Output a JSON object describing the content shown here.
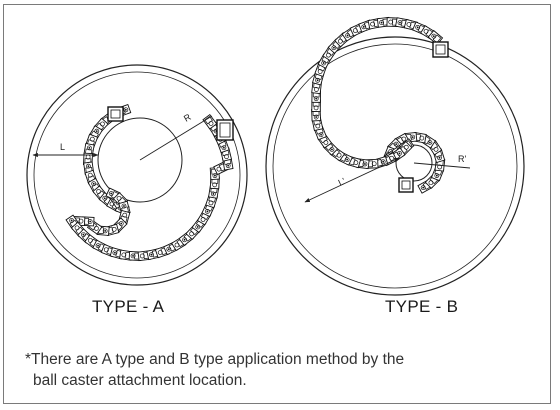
{
  "figure": {
    "type_a": {
      "caption": "TYPE - A",
      "dim_gap": "L",
      "dim_radius": "R"
    },
    "type_b": {
      "caption": "TYPE - B",
      "dim_gap": "L'",
      "dim_radius": "R'"
    }
  },
  "note": {
    "line1": "*There are A type and B type application method by the",
    "line2": "ball caster attachment location."
  }
}
